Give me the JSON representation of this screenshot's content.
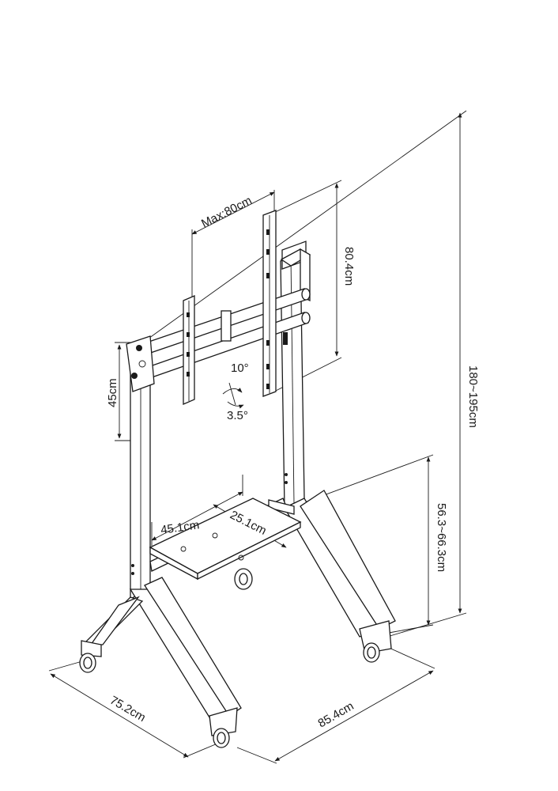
{
  "dimensions": {
    "max_width": "Max:80cm",
    "vesa_height": "80.4cm",
    "overall_height": "180~195cm",
    "bracket_height": "45cm",
    "tilt_up": "10°",
    "tilt_down": "3.5°",
    "shelf_width": "45.1cm",
    "shelf_depth": "25.1cm",
    "shelf_height": "56.3~66.3cm",
    "base_depth": "75.2cm",
    "base_width": "85.4cm"
  }
}
